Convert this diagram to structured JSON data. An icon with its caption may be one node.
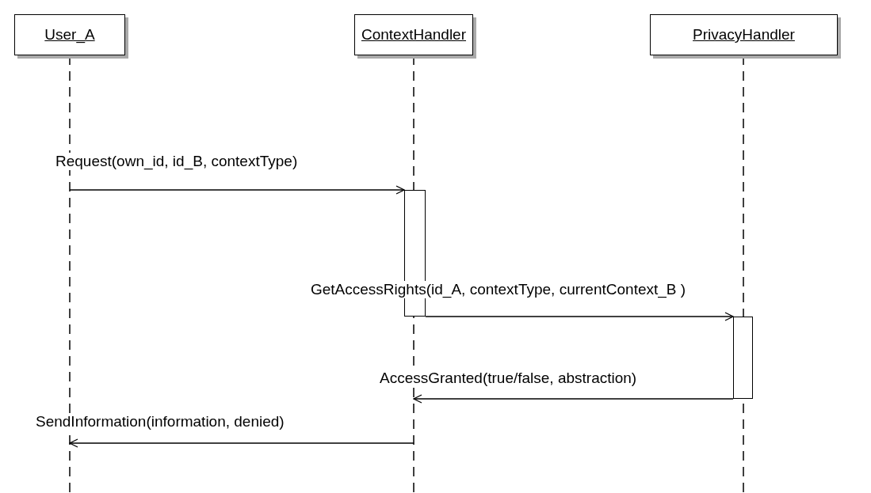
{
  "diagram": {
    "nodes": [
      {
        "text": [
          "User_A"
        ]
      },
      {
        "text": [
          "ContextHandler"
        ]
      },
      {
        "text": [
          "PrivacyHandler"
        ]
      },
      {
        "text": [],
        "shape": "bar",
        "in": 1
      },
      {
        "text": [],
        "shape": "bar",
        "in": 2
      }
    ],
    "edges": [
      {
        "from": 0,
        "to": 3,
        "arrow": "to",
        "label": "Request(own_id, id_B, contextType)"
      },
      {
        "from": 3,
        "to": 4,
        "arrow": "to",
        "label": "GetAccessRights(id_A, contextType, currentContext_B )"
      },
      {
        "from": 4,
        "to": 1,
        "arrow": "to",
        "label": "AccessGranted(true/false, abstraction)"
      },
      {
        "from": 1,
        "to": 0,
        "arrow": "to",
        "label": "SendInformation(information, denied)"
      }
    ]
  }
}
